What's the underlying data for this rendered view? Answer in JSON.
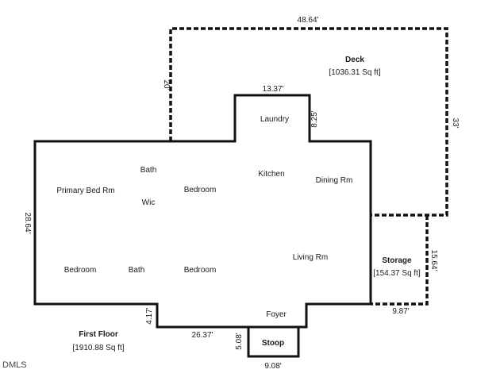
{
  "areas": {
    "first_floor": {
      "title": "First Floor",
      "area": "[1910.88 Sq ft]"
    },
    "deck": {
      "title": "Deck",
      "area": "[1036.31 Sq ft]"
    },
    "storage": {
      "title": "Storage",
      "area": "[154.37 Sq ft]"
    },
    "stoop": {
      "title": "Stoop"
    }
  },
  "rooms": {
    "laundry": "Laundry",
    "kitchen": "Kitchen",
    "dining": "Dining Rm",
    "primary_bed": "Primary Bed Rm",
    "bath_top": "Bath",
    "wic": "Wic",
    "bedroom_center": "Bedroom",
    "bedroom_left": "Bedroom",
    "bath_bottom": "Bath",
    "bedroom_bottom": "Bedroom",
    "living": "Living Rm",
    "foyer": "Foyer"
  },
  "dimensions": {
    "deck_width": "48.64'",
    "deck_left": "20'",
    "deck_right": "33'",
    "laundry_width": "13.37'",
    "laundry_depth": "8.25'",
    "house_depth": "28.64'",
    "storage_depth": "15.64'",
    "storage_width": "9.87'",
    "front_jog": "4.17'",
    "front_width": "26.37'",
    "stoop_depth": "5.08'",
    "stoop_width": "9.08'"
  },
  "watermark": "DMLS"
}
